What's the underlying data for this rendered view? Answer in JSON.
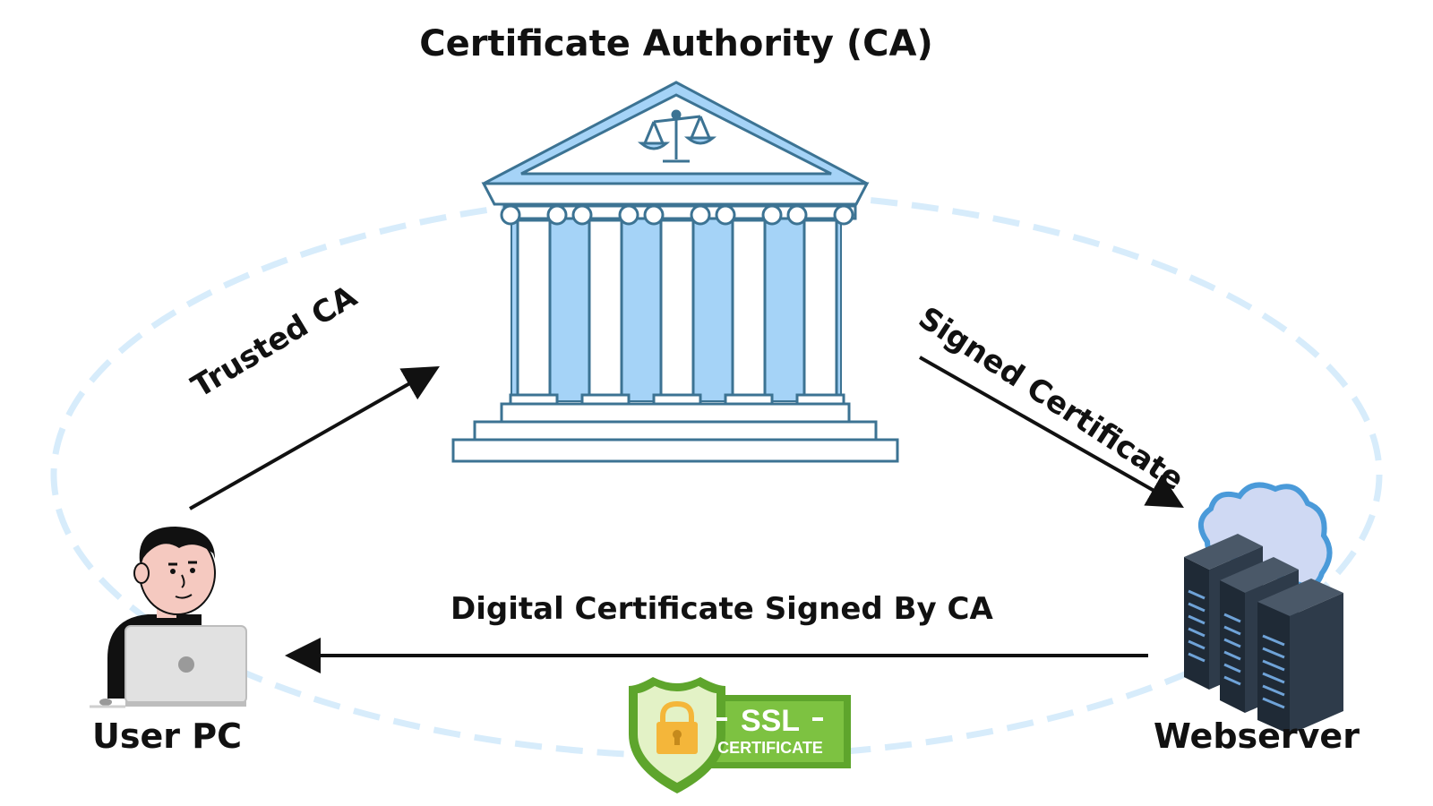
{
  "diagram": {
    "title": "Certificate Authority (CA)",
    "nodes": {
      "user": {
        "label": "User PC"
      },
      "server": {
        "label": "Webserver"
      }
    },
    "edges": {
      "trusted": {
        "label": "Trusted CA"
      },
      "signed": {
        "label": "Signed Certificate"
      },
      "digital": {
        "label": "Digital Certificate Signed By CA"
      }
    },
    "badge": {
      "main": "SSL",
      "sub": "CERTIFICATE"
    }
  },
  "colors": {
    "ring": "#d7ecfb",
    "building_fill": "#a5d3f7",
    "building_stroke": "#3c7393",
    "arrow": "#111111",
    "badge_green": "#7dc241",
    "badge_dark_green": "#5ea52c",
    "lock_gold": "#f4b63a",
    "server_dark": "#2e3b4a",
    "cloud": "#cfd9f3"
  },
  "icons": [
    "scales-icon",
    "bank-building-icon",
    "person-with-laptop-icon",
    "server-rack-icon",
    "cloud-icon",
    "padlock-icon",
    "shield-icon"
  ]
}
